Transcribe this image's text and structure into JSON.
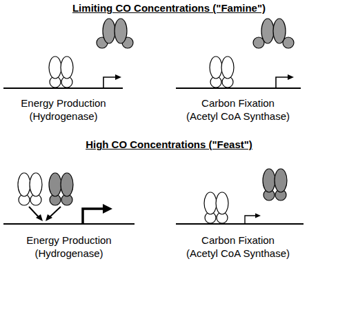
{
  "diagram": {
    "labels": [
      "Limiting CO Concentrations (\"Famine\")",
      "Energy Production",
      "(Hydrogenase)",
      "Carbon Fixation",
      "(Acetyl CoA Synthase)",
      "High CO Concentrations (\"Feast\")",
      "Energy Production",
      "(Hydrogenase)",
      "Carbon Fixation",
      "(Acetyl CoA Synthase)"
    ]
  }
}
